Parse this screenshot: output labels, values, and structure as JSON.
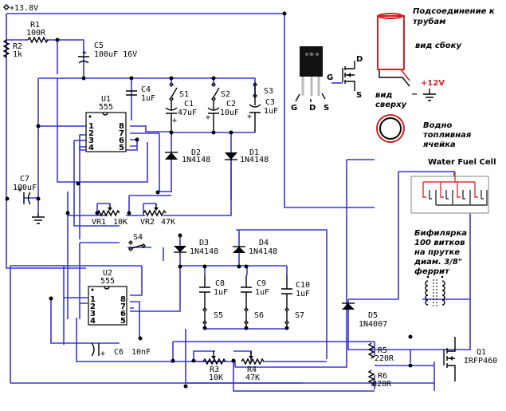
{
  "supply": {
    "label": "+13.8V"
  },
  "components": {
    "R1": {
      "name": "R1",
      "value": "100R"
    },
    "R2": {
      "name": "R2",
      "value": "1k"
    },
    "C5": {
      "name": "C5",
      "value": "100uF 16V"
    },
    "C4": {
      "name": "C4",
      "value": "1uF"
    },
    "U1": {
      "name": "U1",
      "value": "555"
    },
    "S1": {
      "name": "S1"
    },
    "S2": {
      "name": "S2"
    },
    "S3": {
      "name": "S3"
    },
    "C1": {
      "name": "C1",
      "value": "47uF"
    },
    "C2": {
      "name": "C2",
      "value": "10uF"
    },
    "C3": {
      "name": "C3",
      "value": "1uF"
    },
    "D1": {
      "name": "D1",
      "value": "1N4148"
    },
    "D2": {
      "name": "D2",
      "value": "1N4148"
    },
    "C7": {
      "name": "C7",
      "value": "100uF"
    },
    "VR1": {
      "name": "VR1",
      "value": "10K"
    },
    "VR2": {
      "name": "VR2",
      "value": "47K"
    },
    "S4": {
      "name": "S4"
    },
    "D3": {
      "name": "D3",
      "value": "1N4148"
    },
    "D4": {
      "name": "D4",
      "value": "1N4148"
    },
    "U2": {
      "name": "U2",
      "value": "555"
    },
    "C8": {
      "name": "C8",
      "value": "1uF"
    },
    "C9": {
      "name": "C9",
      "value": "1uF"
    },
    "C10": {
      "name": "C10",
      "value": "1uF"
    },
    "S5": {
      "name": "S5"
    },
    "S6": {
      "name": "S6"
    },
    "S7": {
      "name": "S7"
    },
    "C6": {
      "name": "C6",
      "value": "10nF"
    },
    "R3": {
      "name": "R3",
      "value": "10K"
    },
    "R4": {
      "name": "R4",
      "value": "47K"
    },
    "R5": {
      "name": "R5",
      "value": "220R"
    },
    "R6": {
      "name": "R6",
      "value": "820R"
    },
    "D5": {
      "name": "D5",
      "value": "1N4007"
    },
    "Q1": {
      "name": "Q1",
      "value": "IRFP460"
    }
  },
  "ic_pins": {
    "left": [
      "1",
      "2",
      "3",
      "4"
    ],
    "right": [
      "8",
      "7",
      "6",
      "5"
    ]
  },
  "mosfet_pins": {
    "g": "G",
    "d": "D",
    "s": "S"
  },
  "annotations": {
    "tube_connection": [
      "Подсоединение к",
      "трубам"
    ],
    "side_view": "вид сбоку",
    "top_view": [
      "вид",
      "сверху"
    ],
    "plus_12v": "+12V",
    "minus": "−",
    "water_fuel_cell_ru": [
      "Водно",
      "топливная",
      "ячейка"
    ],
    "water_fuel_cell_en": "Water Fuel Cell",
    "bifilar": [
      "Бифилярка",
      "100 витков",
      "на прутке",
      "диам. 3/8\"",
      "феррит"
    ]
  }
}
